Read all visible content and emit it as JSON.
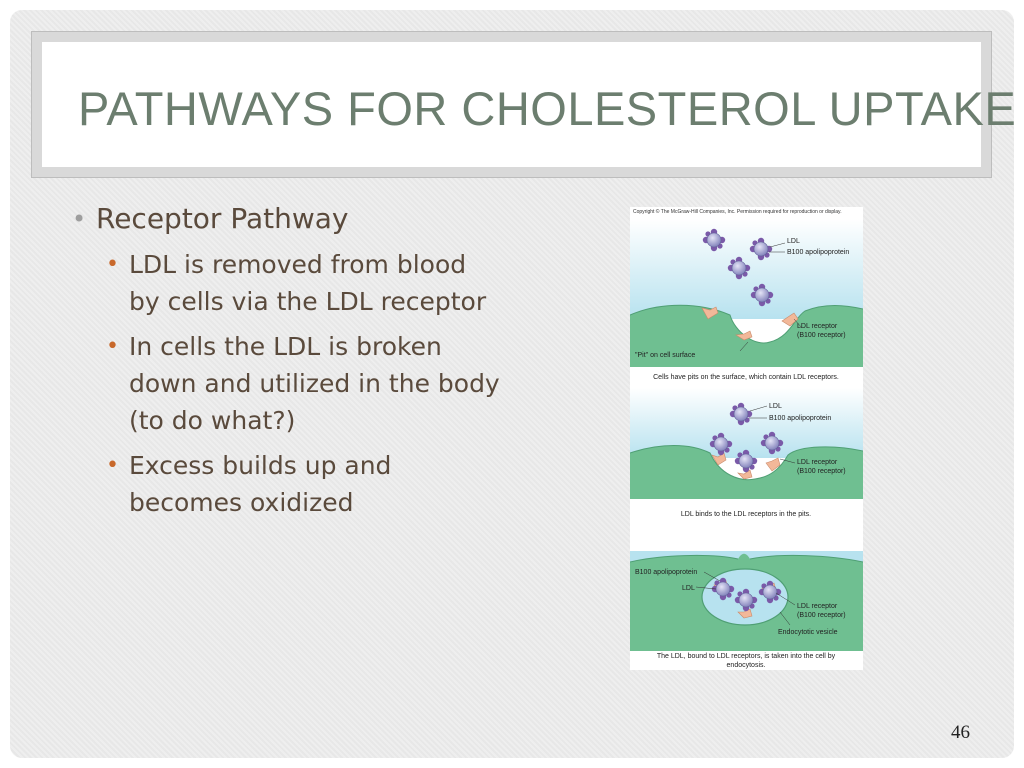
{
  "slide": {
    "title": "PATHWAYS FOR CHOLESTEROL UPTAKE",
    "page_number": "46",
    "bullet_char": "•",
    "main_bullet": "Receptor Pathway",
    "sub_bullets": [
      "LDL is removed from blood by cells via the LDL receptor",
      "In cells the LDL is broken down and utilized in the body (to do what?)",
      "Excess builds up and becomes oxidized"
    ],
    "colors": {
      "title": "#6c7e6f",
      "body_text": "#5a4a3c",
      "sub_bullet": "#c8682b",
      "membrane": "#6fbf91",
      "receptor": "#f2b899",
      "ldl": "#8f8fc8"
    }
  },
  "figure": {
    "copyright": "Copyright © The McGraw-Hill Companies, Inc. Permission required for reproduction or display.",
    "panel1": {
      "ldl": "LDL",
      "apo": "B100 apolipoprotein",
      "receptor_1": "LDL receptor",
      "receptor_2": "(B100 receptor)",
      "pit": "\"Pit\" on cell surface",
      "caption": "Cells have pits on the surface, which contain LDL receptors."
    },
    "panel2": {
      "ldl": "LDL",
      "apo": "B100 apolipoprotein",
      "receptor_1": "LDL receptor",
      "receptor_2": "(B100 receptor)",
      "caption": "LDL binds to the LDL receptors in the pits."
    },
    "panel3": {
      "apo": "B100 apolipoprotein",
      "ldl": "LDL",
      "receptor_1": "LDL receptor",
      "receptor_2": "(B100 receptor)",
      "vesicle": "Endocytotic vesicle",
      "caption_1": "The LDL, bound to LDL receptors, is taken into the cell by",
      "caption_2": "endocytosis."
    }
  }
}
